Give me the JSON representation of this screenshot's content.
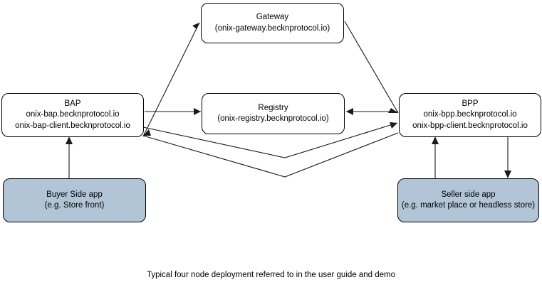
{
  "diagram": {
    "title_caption": "Typical four node deployment referred to in the user guide and demo",
    "colors": {
      "node_fill_plain": "#ffffff",
      "node_fill_app": "#b1c5d7",
      "stroke": "#1a1a1a",
      "text": "#000000"
    },
    "nodes": {
      "gateway": {
        "name": "Gateway",
        "host": "(onix-gateway.becknprotocol.io)"
      },
      "bap": {
        "name": "BAP",
        "host": "onix-bap.becknprotocol.io",
        "host2": "onix-bap-client.becknprotocol.io"
      },
      "registry": {
        "name": "Registry",
        "host": "(onix-registry.becknprotocol.io)"
      },
      "bpp": {
        "name": "BPP",
        "host": "onix-bpp.becknprotocol.io",
        "host2": "onix-bpp-client.becknprotocol.io"
      },
      "buyer_app": {
        "name": "Buyer Side app",
        "host": "(e.g. Store front)"
      },
      "seller_app": {
        "name": "Seller side app",
        "host": "(e.g. market place or headless store)"
      }
    },
    "edges": [
      {
        "id": "bap-to-gateway",
        "from": "BAP",
        "to": "Gateway",
        "direction": "one-way"
      },
      {
        "id": "gateway-to-bpp",
        "from": "Gateway",
        "to": "BPP",
        "direction": "one-way"
      },
      {
        "id": "bap-to-registry",
        "from": "BAP",
        "to": "Registry",
        "direction": "one-way"
      },
      {
        "id": "bpp-to-registry",
        "from": "BPP",
        "to": "Registry",
        "direction": "one-way"
      },
      {
        "id": "bap-to-bpp",
        "from": "BAP",
        "to": "BPP",
        "direction": "one-way"
      },
      {
        "id": "bpp-to-bap",
        "from": "BPP",
        "to": "BAP",
        "direction": "one-way"
      },
      {
        "id": "buyer-app-to-bap",
        "from": "Buyer Side app",
        "to": "BAP",
        "direction": "one-way"
      },
      {
        "id": "seller-app-to-bpp",
        "from": "Seller side app",
        "to": "BPP",
        "direction": "one-way"
      },
      {
        "id": "bpp-to-seller-app",
        "from": "BPP",
        "to": "Seller side app",
        "direction": "one-way"
      }
    ]
  }
}
